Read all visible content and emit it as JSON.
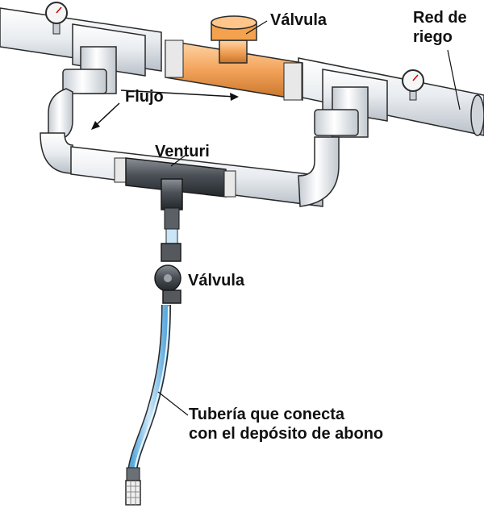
{
  "labels": {
    "valve_top": "Válvula",
    "irrigation_line": [
      "Red de",
      "riego"
    ],
    "flow": "Flujo",
    "venturi": "Venturi",
    "valve_bottom": "Válvula",
    "tubing": [
      "Tubería que conecta",
      "con el depósito de abono"
    ]
  },
  "colors": {
    "pvc_pipe": "#eef1f4",
    "pipe_outline": "#2a2a2a",
    "brass_valve": "#f2a35a",
    "venturi_body": "#4a5056",
    "clear_tubing": "#8fc7ec"
  },
  "icons": {
    "gauge_left": "pressure-gauge-icon",
    "gauge_right": "pressure-gauge-icon",
    "flow_arrows": "arrow-icon"
  }
}
